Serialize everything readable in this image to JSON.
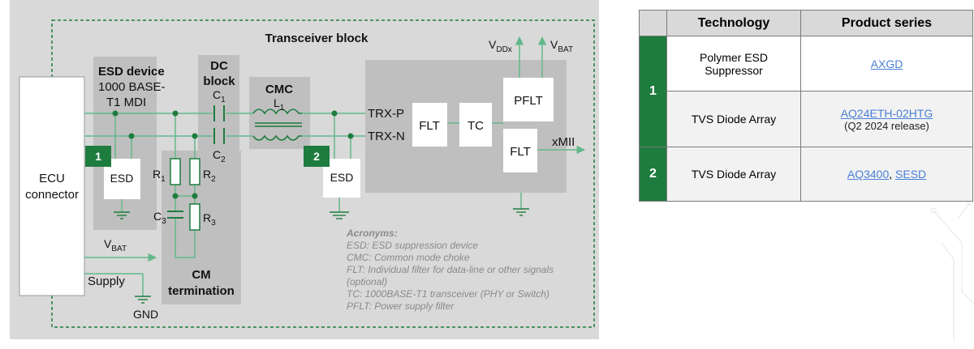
{
  "diagram": {
    "title": "Transceiver block",
    "ecu": [
      "ECU",
      "connector"
    ],
    "esd_device": {
      "title": "ESD device",
      "sub1": "1000 BASE-",
      "sub2": "T1 MDI"
    },
    "dc_block": [
      "DC",
      "block"
    ],
    "cmc": "CMC",
    "cm_termination": [
      "CM",
      "termination"
    ],
    "badge1": "1",
    "badge2": "2",
    "esd_box": "ESD",
    "components": {
      "c1": {
        "base": "C",
        "sub": "1"
      },
      "c2": {
        "base": "C",
        "sub": "2"
      },
      "c3": {
        "base": "C",
        "sub": "3"
      },
      "l1": {
        "base": "L",
        "sub": "1"
      },
      "r1": {
        "base": "R",
        "sub": "1"
      },
      "r2": {
        "base": "R",
        "sub": "2"
      },
      "r3": {
        "base": "R",
        "sub": "3"
      }
    },
    "trx_p": "TRX-P",
    "trx_n": "TRX-N",
    "flt": "FLT",
    "tc": "TC",
    "pflt": "PFLT",
    "xmii": "xMII",
    "vddx": {
      "base": "V",
      "sub": "DDx"
    },
    "vbat_top": {
      "base": "V",
      "sub": "BAT"
    },
    "vbat_left": {
      "base": "V",
      "sub": "BAT"
    },
    "supply": "Supply",
    "gnd": "GND",
    "acronyms": {
      "title": "Acronyms:",
      "lines": [
        "ESD: ESD suppression device",
        "CMC: Common mode choke",
        "FLT: Individual filter for data-line or other signals",
        "(optional)",
        "TC: 1000BASE-T1 transceiver (PHY or Switch)",
        "PFLT: Power supply filter"
      ]
    },
    "colors": {
      "green": "#1e7c3e",
      "panel": "#d9d9d9",
      "shade": "#bfbfbf",
      "arrow": "#63b88a"
    }
  },
  "table": {
    "headers": [
      "Technology",
      "Product series"
    ],
    "rows": [
      {
        "num": "1",
        "tech": [
          "Polymer ESD",
          "Suppressor"
        ],
        "links": [
          "AXGD"
        ],
        "note": ""
      },
      {
        "num": "",
        "tech": [
          "TVS Diode Array"
        ],
        "links": [
          "AQ24ETH-02HTG"
        ],
        "note": "(Q2 2024 release)"
      },
      {
        "num": "2",
        "tech": [
          "TVS Diode Array"
        ],
        "links": [
          "AQ3400",
          "SESD"
        ],
        "separator": ", "
      }
    ]
  }
}
